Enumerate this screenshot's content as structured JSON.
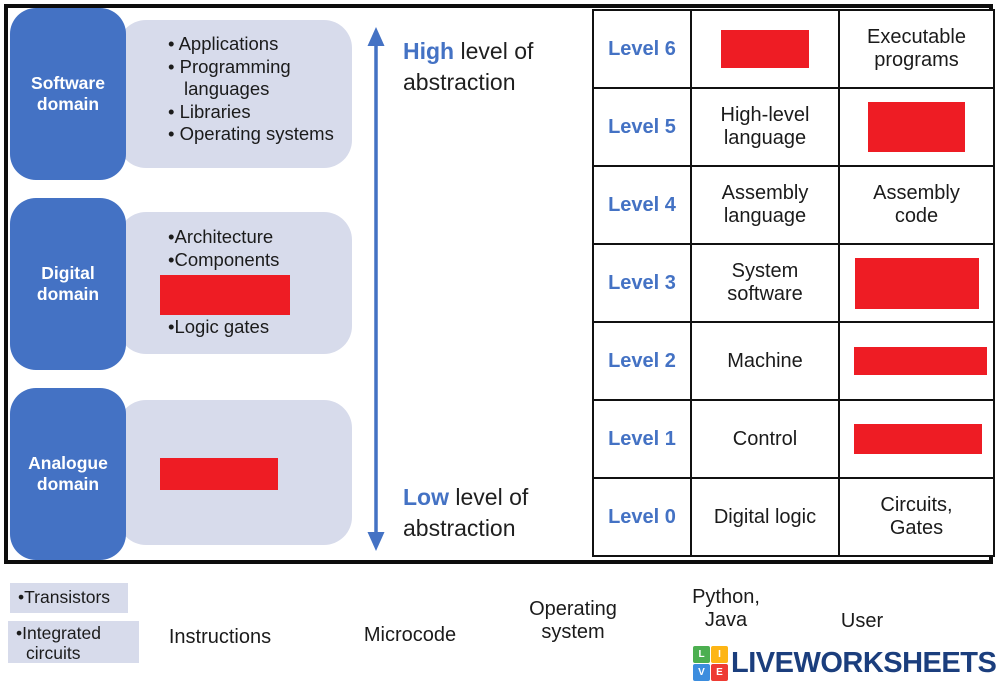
{
  "colors": {
    "domain_blue": "#4472C4",
    "panel_lavender": "#D7DBEB",
    "blank_red": "#EE1C24",
    "level_text_blue": "#4472C4",
    "axis_highlight_blue": "#4472C4",
    "logo_navy": "#1B3E7D",
    "logo_green": "#4CAF50",
    "logo_yellow": "#FDB515",
    "logo_blue": "#3C8DDE",
    "logo_red": "#EE3B33"
  },
  "domains": {
    "software": {
      "label": "Software domain",
      "items": [
        "• Applications",
        "• Programming languages",
        "• Libraries",
        "• Operating systems"
      ]
    },
    "digital": {
      "label": "Digital domain",
      "items_top": [
        "•Architecture",
        "•Components"
      ],
      "item_bottom": "•Logic gates"
    },
    "analogue": {
      "label": "Analogue domain"
    }
  },
  "axis": {
    "high_word": "High",
    "high_rest": " level of abstraction",
    "low_word": "Low",
    "low_rest": " level of abstraction"
  },
  "table": {
    "rows": [
      {
        "level": "Level 6",
        "concept": "",
        "example": "Executable programs"
      },
      {
        "level": "Level 5",
        "concept": "High-level language",
        "example": ""
      },
      {
        "level": "Level 4",
        "concept": "Assembly language",
        "example": "Assembly code"
      },
      {
        "level": "Level 3",
        "concept": "System software",
        "example": ""
      },
      {
        "level": "Level 2",
        "concept": "Machine",
        "example": ""
      },
      {
        "level": "Level 1",
        "concept": "Control",
        "example": ""
      },
      {
        "level": "Level 0",
        "concept": "Digital logic",
        "example": "Circuits, Gates"
      }
    ]
  },
  "word_bank": {
    "transistors": "•Transistors",
    "integrated_circuits": "•Integrated circuits",
    "instructions": "Instructions",
    "microcode": "Microcode",
    "operating_system": "Operating system",
    "python_java": "Python, Java",
    "user": "User"
  },
  "logo": {
    "letters": [
      "L",
      "I",
      "V",
      "E"
    ],
    "text": "LIVEWORKSHEETS"
  }
}
